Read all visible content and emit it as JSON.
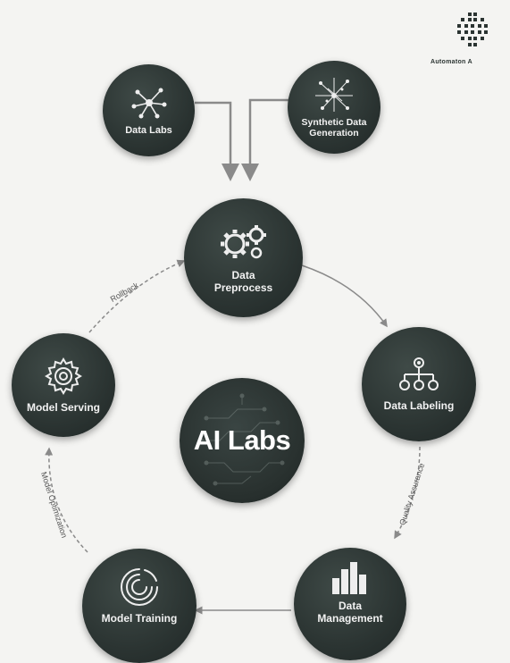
{
  "brand": {
    "name": "Automaton A"
  },
  "center": {
    "label": "AI Labs"
  },
  "nodes": {
    "data_labs": "Data Labs",
    "synthetic": "Synthetic Data Generation",
    "preprocess": "Data Preprocess",
    "labeling": "Data Labeling",
    "management": "Data Management",
    "training": "Model Training",
    "serving": "Model Serving"
  },
  "edges": {
    "serving_to_preprocess": "Rollback",
    "labeling_to_management": "Quality Assurance",
    "training_to_serving": "Model Optimization"
  },
  "colors": {
    "node": "#2b3432",
    "arrow": "#888888",
    "background": "#f4f4f2"
  }
}
